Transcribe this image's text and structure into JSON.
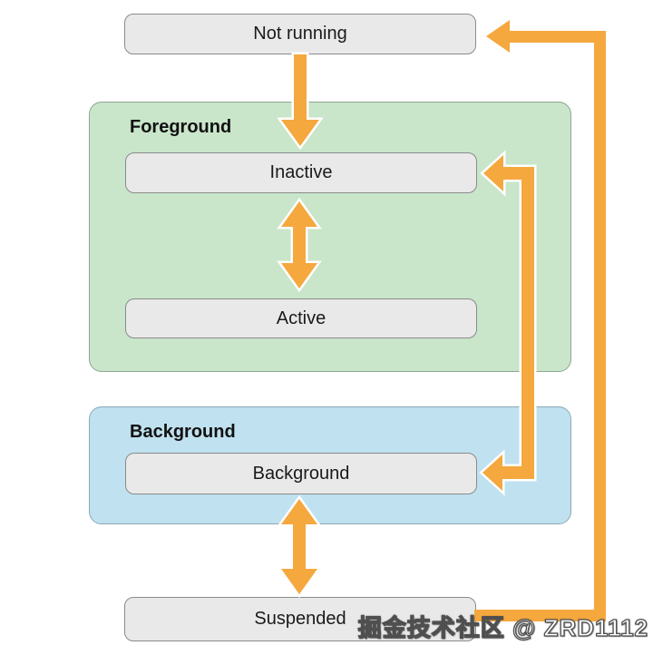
{
  "diagram": {
    "states": {
      "not_running": "Not running",
      "inactive": "Inactive",
      "active": "Active",
      "background": "Background",
      "suspended": "Suspended"
    },
    "groups": {
      "foreground": "Foreground",
      "background": "Background"
    },
    "arrows": [
      {
        "name": "not-running-to-inactive",
        "from": "not_running",
        "to": "inactive",
        "style": "single-down-white-outline"
      },
      {
        "name": "inactive-active",
        "between": [
          "inactive",
          "active"
        ],
        "style": "double-headed-vertical-white-outline"
      },
      {
        "name": "inactive-background",
        "between": [
          "inactive",
          "background"
        ],
        "style": "double-headed-right-elbow-white-outline"
      },
      {
        "name": "background-suspended",
        "between": [
          "background",
          "suspended"
        ],
        "style": "double-headed-vertical-white-outline"
      },
      {
        "name": "suspended-to-not-running",
        "from": "suspended",
        "to": "not_running",
        "style": "single-right-edge-elbow"
      }
    ]
  },
  "watermark": {
    "text": "掘金技术社区 @ ZRD1112"
  },
  "colors": {
    "arrow_orange": "#F5A83E",
    "foreground_fill": "#C9E5CA",
    "foreground_border": "#8FA692",
    "background_fill": "#C0E1EF",
    "background_border": "#8CA9B6",
    "state_fill": "#E9E9E9",
    "state_border": "#8B8B8B",
    "text_color": "#1A1A1A",
    "canvas_bg": "#FFFFFF"
  }
}
